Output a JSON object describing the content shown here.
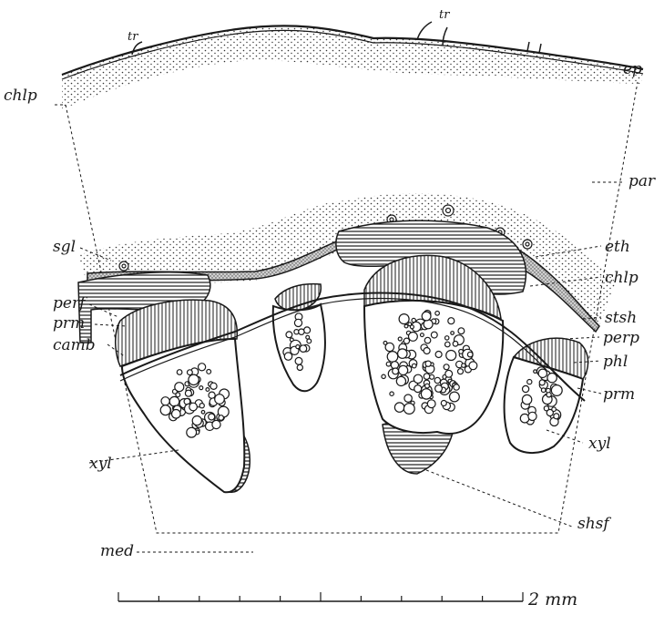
{
  "labels": {
    "tr_left": "tr",
    "tr_right": "tr",
    "ep": "ep",
    "chlp_top": "chlp",
    "par": "par",
    "sgl": "sgl",
    "eth": "eth",
    "chlp_mid": "chlp",
    "perf": "perf",
    "stsh": "stsh",
    "prm_left": "prm",
    "perp": "perp",
    "camb": "camb",
    "phl": "phl",
    "prm_right": "prm",
    "xyl_left": "xyl",
    "xyl_right": "xyl",
    "shsf": "shsf",
    "med": "med"
  },
  "scale_bar": {
    "label": "2 mm",
    "ticks": 10
  },
  "colors": {
    "ink": "#1a1a1a",
    "paper": "#ffffff"
  }
}
